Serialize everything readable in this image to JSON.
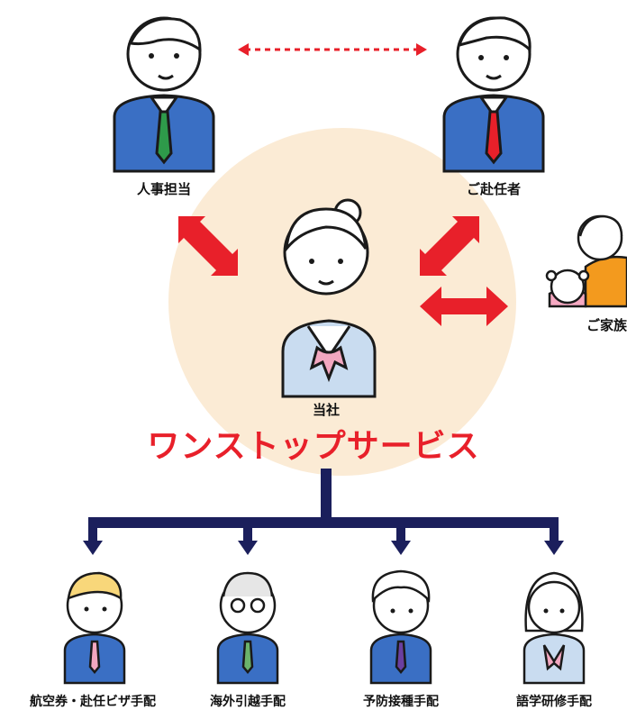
{
  "labels": {
    "hr": "人事担当",
    "assignee": "ご赴任者",
    "family": "ご家族",
    "company": "当社",
    "service_title": "ワンストップサービス"
  },
  "services": [
    "航空券・赴任ビザ手配",
    "海外引越手配",
    "予防接種手配",
    "語学研修手配"
  ],
  "colors": {
    "accent_red": "#e8202a",
    "navy": "#1b1f5c",
    "suit_blue": "#3a6fc4",
    "circle_bg": "#fbebd5"
  }
}
